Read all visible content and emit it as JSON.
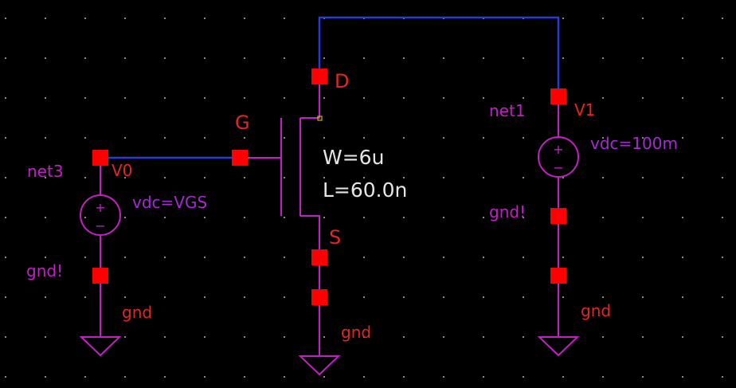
{
  "colors": {
    "background": "#000000",
    "wire": "#2a39d8",
    "device": "#c21fc4",
    "pin": "#ff0000",
    "pin_label": "#e32525",
    "value_text": "#a32bd0",
    "white_text": "#e6e6e6",
    "grid_dot": "#8a8a8a"
  },
  "mosfet": {
    "gate_pin": "G",
    "drain_pin": "D",
    "source_pin": "S",
    "width": "W=6u",
    "length": "L=60.0n"
  },
  "source_v0": {
    "name": "V0",
    "net": "net3",
    "value": "vdc=VGS",
    "ground_label": "gnd!",
    "ground_pin": "gnd"
  },
  "source_v1": {
    "name": "V1",
    "net": "net1",
    "value": "vdc=100m",
    "ground_label": "gnd!",
    "ground_pin": "gnd"
  },
  "mosfet_ground": {
    "ground_pin": "gnd"
  }
}
